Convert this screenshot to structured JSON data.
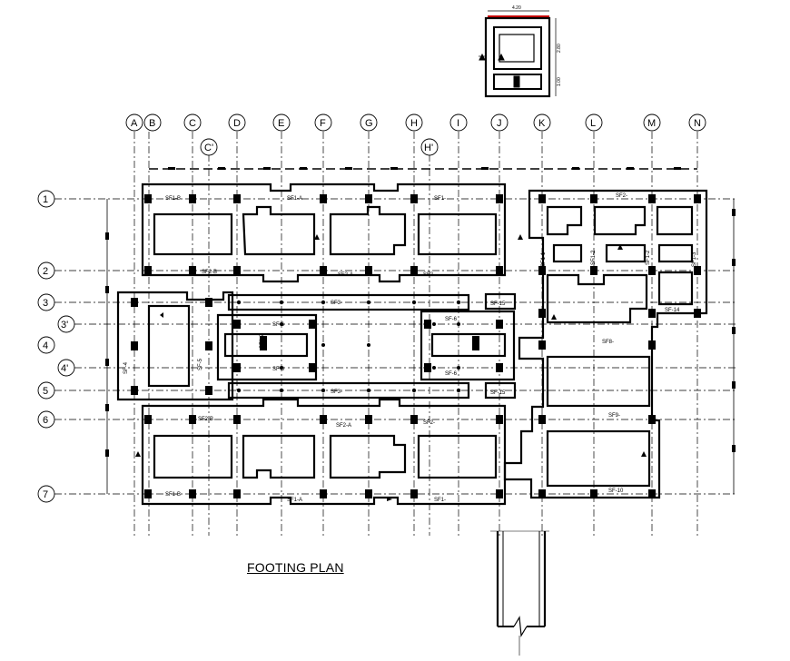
{
  "title": "FOOTING PLAN",
  "col_axes": [
    "A",
    "B",
    "C",
    "D",
    "E",
    "F",
    "G",
    "H",
    "I",
    "J",
    "K",
    "L",
    "M",
    "N"
  ],
  "col_sub_axes": [
    "C'",
    "H'"
  ],
  "row_axes": [
    "1",
    "2",
    "3",
    "3'",
    "4",
    "4'",
    "5",
    "6",
    "7"
  ],
  "footing_tags": {
    "t1": "SF1-B",
    "t2": "SF1-A",
    "t3": "SF1-",
    "t4": "SF2-B",
    "t5": "SF2-A",
    "t6": "SF2-",
    "t7": "SF3-",
    "t8": "SF-15",
    "t9": "SF3-",
    "t10": "SF-15",
    "t11": "SF-6",
    "t12": "SF-6",
    "t13": "SF-6",
    "t14": "SF-6",
    "t15": "SF-5",
    "t16": "SF-4",
    "t17": "SF2-B",
    "t18": "SF2-A",
    "t19": "SF2-",
    "t20": "SF1-B",
    "t21": "SF1-A",
    "t22": "SF1-",
    "t23": "SF2-",
    "t24": "SF-14",
    "t25": "SF8-",
    "t26": "SF9-",
    "t27": "SF-10",
    "t28": "SF1-2",
    "t29": "SF1-2",
    "t30": "SF1-2",
    "t31": "SF1-1",
    "t32": "SF1-3"
  },
  "detail": {
    "width_dim": "4.20",
    "h_dim_1": "2.80",
    "h_dim_2": "1.00"
  },
  "colors": {
    "line": "#000000",
    "red": "#cc0000"
  }
}
